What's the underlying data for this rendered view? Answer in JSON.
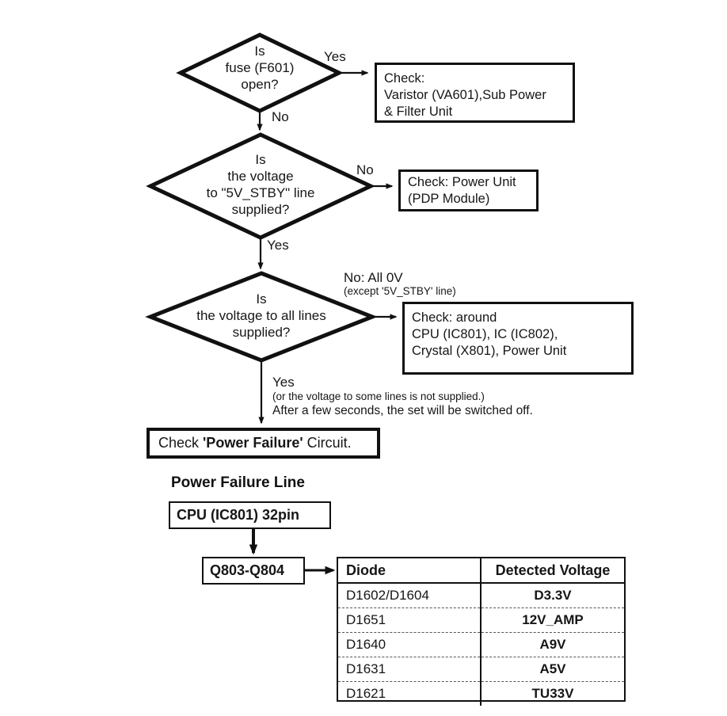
{
  "diagram": {
    "title_heading": "Power Failure Line",
    "nodes": {
      "decision_fuse": "Is\nfuse (F601)\nopen?",
      "decision_stby": "Is\nthe voltage\nto \"5V_STBY\" line\nsupplied?",
      "decision_all_lines": "Is\nthe voltage to all lines\nsupplied?",
      "check_varistor": "Check:\nVaristor (VA601),Sub Power\n& Filter Unit",
      "check_power_unit": "Check: Power Unit\n(PDP Module)",
      "check_around": "Check: around\nCPU (IC801), IC (IC802),\nCrystal (X801), Power Unit",
      "check_power_failure_prefix": "Check ",
      "check_power_failure_bold": "'Power Failure'",
      "check_power_failure_suffix": " Circuit.",
      "cpu_pin": "CPU (IC801) 32pin",
      "transistors": "Q803-Q804"
    },
    "edge_labels": {
      "fuse_yes": "Yes",
      "fuse_no": "No",
      "stby_no": "No",
      "stby_yes": "Yes",
      "all_lines_no_main": "No: All 0V",
      "all_lines_no_sub": "(except '5V_STBY' line)",
      "all_lines_yes_main": "Yes",
      "all_lines_yes_sub": "(or the voltage to some lines is not supplied.)",
      "all_lines_yes_note": "After a few seconds, the set will be switched off."
    }
  },
  "table": {
    "headers": [
      "Diode",
      "Detected Voltage"
    ],
    "rows": [
      [
        "D1602/D1604",
        "D3.3V"
      ],
      [
        "D1651",
        "12V_AMP"
      ],
      [
        "D1640",
        "A9V"
      ],
      [
        "D1631",
        "A5V"
      ],
      [
        "D1621",
        "TU33V"
      ]
    ]
  },
  "colors": {
    "line": "#111111",
    "text": "#161616",
    "background": "#ffffff"
  }
}
